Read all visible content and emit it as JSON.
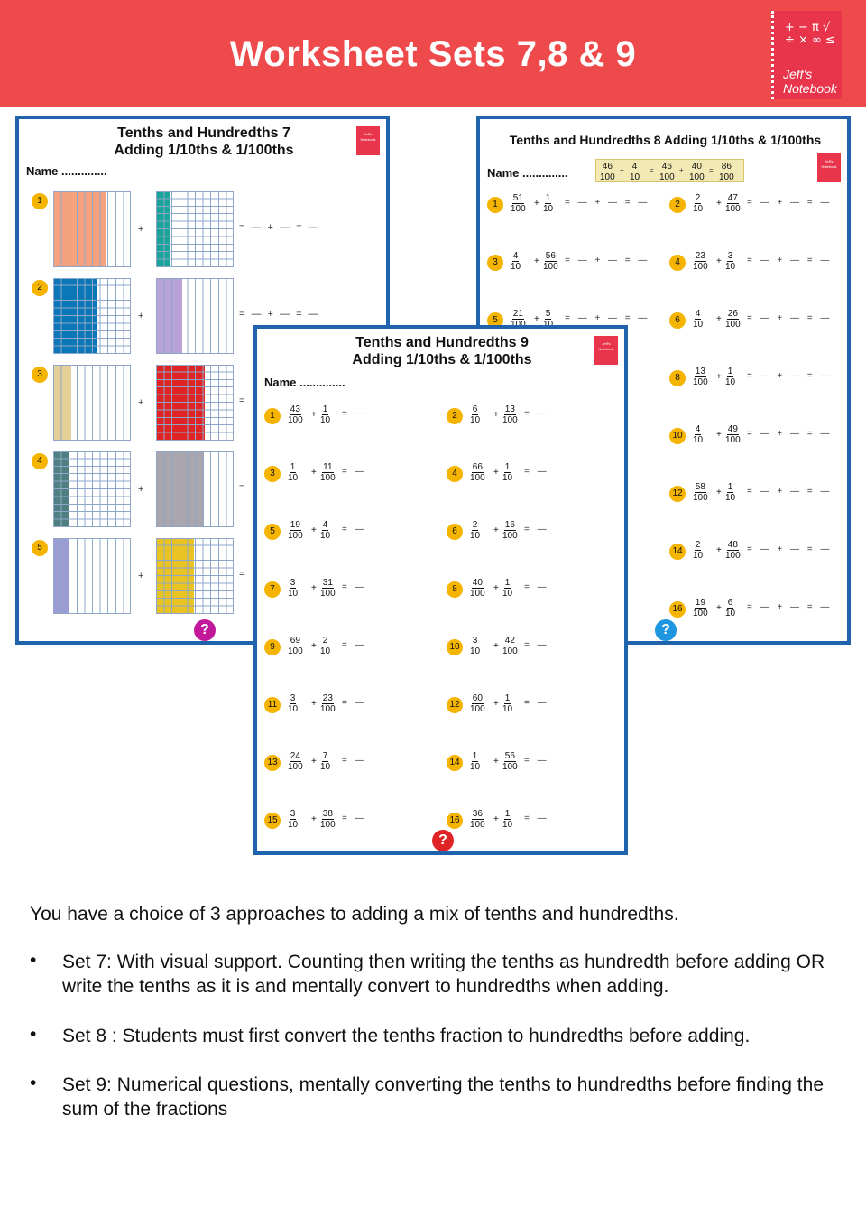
{
  "banner": {
    "title": "Worksheet Sets 7,8 & 9",
    "logo_symbols": "+ − π √\n÷ × ∞ ≤",
    "logo_brand": "Jeff's\nNotebook"
  },
  "colors": {
    "banner": "#ee4a4c",
    "sheet_border": "#1f63ad",
    "number_badge": "#f5b400"
  },
  "sheet7": {
    "title_line1": "Tenths and Hundredths 7",
    "title_line2": "Adding 1/10ths & 1/100ths",
    "name_label": "Name ..............",
    "questions": [
      {
        "n": "1",
        "left_fill": "#f4a17e",
        "right_fill": "#1aa397"
      },
      {
        "n": "2",
        "left_fill": "#0a78b8",
        "right_fill": "#b9a3d6"
      },
      {
        "n": "3",
        "left_fill": "#e6cf97",
        "right_fill": "#e02426"
      },
      {
        "n": "4",
        "left_fill": "#4f7f80",
        "right_fill": "#aaa6ad"
      },
      {
        "n": "5",
        "left_fill": "#9b9cd4",
        "right_fill": "#e9c324"
      }
    ],
    "help_icon": "?"
  },
  "sheet8": {
    "title": "Tenths and Hundredths 8 Adding 1/10ths & 1/100ths",
    "name_label": "Name ..............",
    "example": [
      [
        "46",
        "100"
      ],
      [
        "4",
        "10"
      ],
      [
        "46",
        "100"
      ],
      [
        "40",
        "100"
      ],
      [
        "86",
        "100"
      ]
    ],
    "questions": [
      {
        "n": "1",
        "a": [
          "51",
          "100"
        ],
        "b": [
          "1",
          "10"
        ]
      },
      {
        "n": "2",
        "a": [
          "2",
          "10"
        ],
        "b": [
          "47",
          "100"
        ]
      },
      {
        "n": "3",
        "a": [
          "4",
          "10"
        ],
        "b": [
          "56",
          "100"
        ]
      },
      {
        "n": "4",
        "a": [
          "23",
          "100"
        ],
        "b": [
          "3",
          "10"
        ]
      },
      {
        "n": "5",
        "a": [
          "21",
          "100"
        ],
        "b": [
          "5",
          "10"
        ]
      },
      {
        "n": "6",
        "a": [
          "4",
          "10"
        ],
        "b": [
          "26",
          "100"
        ]
      },
      {
        "n": "8",
        "a": [
          "13",
          "100"
        ],
        "b": [
          "1",
          "10"
        ]
      },
      {
        "n": "10",
        "a": [
          "4",
          "10"
        ],
        "b": [
          "49",
          "100"
        ]
      },
      {
        "n": "12",
        "a": [
          "58",
          "100"
        ],
        "b": [
          "1",
          "10"
        ]
      },
      {
        "n": "14",
        "a": [
          "2",
          "10"
        ],
        "b": [
          "48",
          "100"
        ]
      },
      {
        "n": "16",
        "a": [
          "19",
          "100"
        ],
        "b": [
          "6",
          "10"
        ]
      }
    ],
    "help_icon": "?"
  },
  "sheet9": {
    "title_line1": "Tenths and Hundredths 9",
    "title_line2": "Adding 1/10ths & 1/100ths",
    "name_label": "Name ..............",
    "questions": [
      {
        "n": "1",
        "a": [
          "43",
          "100"
        ],
        "b": [
          "1",
          "10"
        ]
      },
      {
        "n": "2",
        "a": [
          "6",
          "10"
        ],
        "b": [
          "13",
          "100"
        ]
      },
      {
        "n": "3",
        "a": [
          "1",
          "10"
        ],
        "b": [
          "11",
          "100"
        ]
      },
      {
        "n": "4",
        "a": [
          "66",
          "100"
        ],
        "b": [
          "1",
          "10"
        ]
      },
      {
        "n": "5",
        "a": [
          "19",
          "100"
        ],
        "b": [
          "4",
          "10"
        ]
      },
      {
        "n": "6",
        "a": [
          "2",
          "10"
        ],
        "b": [
          "16",
          "100"
        ]
      },
      {
        "n": "7",
        "a": [
          "3",
          "10"
        ],
        "b": [
          "31",
          "100"
        ]
      },
      {
        "n": "8",
        "a": [
          "40",
          "100"
        ],
        "b": [
          "1",
          "10"
        ]
      },
      {
        "n": "9",
        "a": [
          "69",
          "100"
        ],
        "b": [
          "2",
          "10"
        ]
      },
      {
        "n": "10",
        "a": [
          "3",
          "10"
        ],
        "b": [
          "42",
          "100"
        ]
      },
      {
        "n": "11",
        "a": [
          "3",
          "10"
        ],
        "b": [
          "23",
          "100"
        ]
      },
      {
        "n": "12",
        "a": [
          "60",
          "100"
        ],
        "b": [
          "1",
          "10"
        ]
      },
      {
        "n": "13",
        "a": [
          "24",
          "100"
        ],
        "b": [
          "7",
          "10"
        ]
      },
      {
        "n": "14",
        "a": [
          "1",
          "10"
        ],
        "b": [
          "56",
          "100"
        ]
      },
      {
        "n": "15",
        "a": [
          "3",
          "10"
        ],
        "b": [
          "38",
          "100"
        ]
      },
      {
        "n": "16",
        "a": [
          "36",
          "100"
        ],
        "b": [
          "1",
          "10"
        ]
      }
    ],
    "help_icon": "?"
  },
  "description": {
    "intro": "You have a choice of 3 approaches to adding a mix of tenths and hundredths.",
    "bullets": [
      "Set 7: With visual support. Counting then writing the tenths as hundredth before adding OR write the tenths as it is and mentally convert to hundredths when adding.",
      "Set 8 : Students must first convert the tenths fraction to hundredths before adding.",
      "Set 9: Numerical questions, mentally converting the tenths to hundredths before finding the sum of the fractions"
    ],
    "bullet_symbol": "•"
  }
}
